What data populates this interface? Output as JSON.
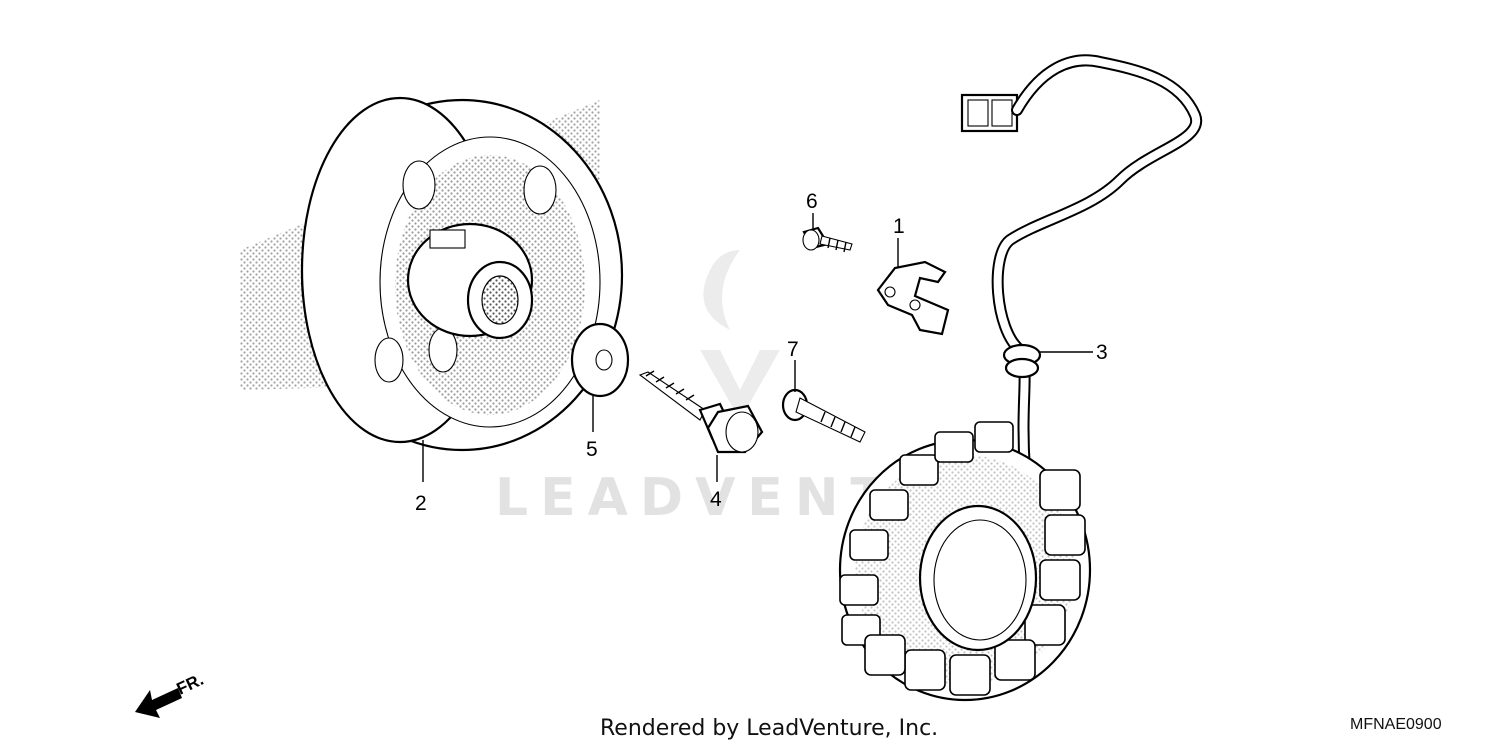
{
  "callouts": {
    "c1": "1",
    "c2": "2",
    "c3": "3",
    "c4": "4",
    "c5": "5",
    "c6": "6",
    "c7": "7"
  },
  "front_marker": "FR.",
  "watermark": "LEADVENTURE",
  "footer_text": "Rendered by LeadVenture, Inc.",
  "diagram_code": "MFNAE0900"
}
